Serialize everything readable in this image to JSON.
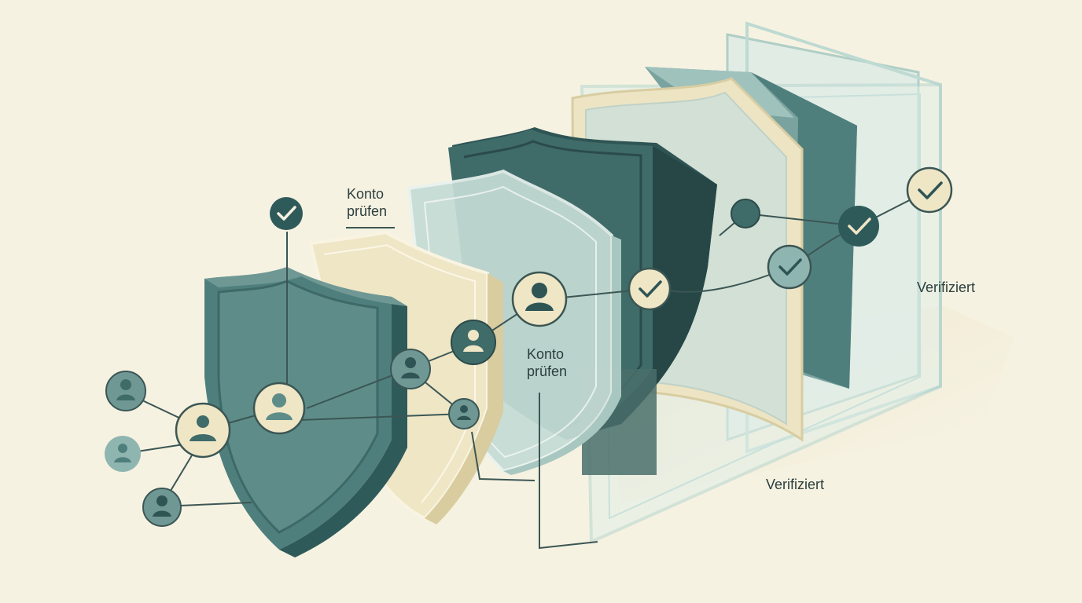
{
  "labels": {
    "review_top": [
      "Konto",
      "prüfen"
    ],
    "review_mid": [
      "Konto",
      "prüfen"
    ],
    "verified_right": "Verifiziert",
    "verified_bottom": "Verifiziert"
  },
  "colors": {
    "background": "#f6f2e2",
    "teal_dark": "#2f5a5a",
    "teal_mid": "#4f7f7c",
    "teal_light": "#8fb5b0",
    "glass": "#cfe2dd",
    "cream": "#f3ecd2",
    "beige": "#e6dcb8",
    "line": "#3b5654",
    "check_dark": "#2f5a5a"
  },
  "icons": {
    "user": "user-icon",
    "check": "check-icon"
  }
}
